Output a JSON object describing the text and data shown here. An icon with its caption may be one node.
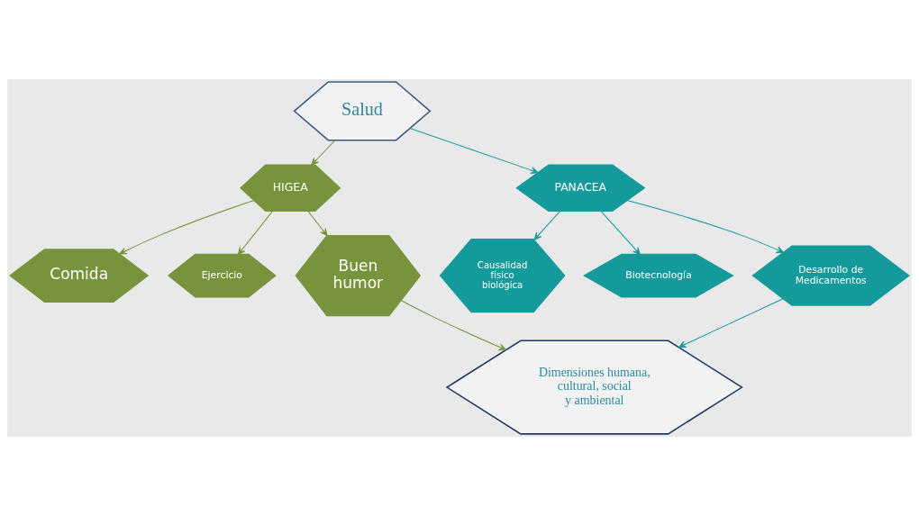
{
  "diagram": {
    "nodes": [
      {
        "text": [
          "Salud"
        ]
      },
      {
        "text": [
          "HIGEA"
        ]
      },
      {
        "text": [
          "Comida"
        ]
      },
      {
        "text": [
          "Ejercicio"
        ]
      },
      {
        "text": [
          "Buen humor"
        ]
      },
      {
        "text": [
          "PANACEA"
        ]
      },
      {
        "text": [
          "Causalidad físico biológica"
        ]
      },
      {
        "text": [
          "Biotecnología"
        ]
      },
      {
        "text": [
          "Desarrollo de Medicamentos"
        ]
      },
      {
        "text": [
          "Dimensiones humana, cultural, social y ambiental"
        ]
      }
    ],
    "edges": [
      {
        "from": 0,
        "to": 1,
        "arrow": "to",
        "color": "#77933c"
      },
      {
        "from": 0,
        "to": 5,
        "arrow": "to",
        "color": "#159a9c"
      },
      {
        "from": 1,
        "to": 2,
        "arrow": "to",
        "color": "#77933c"
      },
      {
        "from": 1,
        "to": 3,
        "arrow": "to",
        "color": "#77933c"
      },
      {
        "from": 1,
        "to": 4,
        "arrow": "to",
        "color": "#77933c"
      },
      {
        "from": 5,
        "to": 6,
        "arrow": "to",
        "color": "#159a9c"
      },
      {
        "from": 5,
        "to": 7,
        "arrow": "to",
        "color": "#159a9c"
      },
      {
        "from": 5,
        "to": 8,
        "arrow": "to",
        "color": "#159a9c"
      },
      {
        "from": 4,
        "to": 9,
        "arrow": "to",
        "color": "#77933c"
      },
      {
        "from": 8,
        "to": 9,
        "arrow": "to",
        "color": "#159a9c"
      }
    ]
  }
}
